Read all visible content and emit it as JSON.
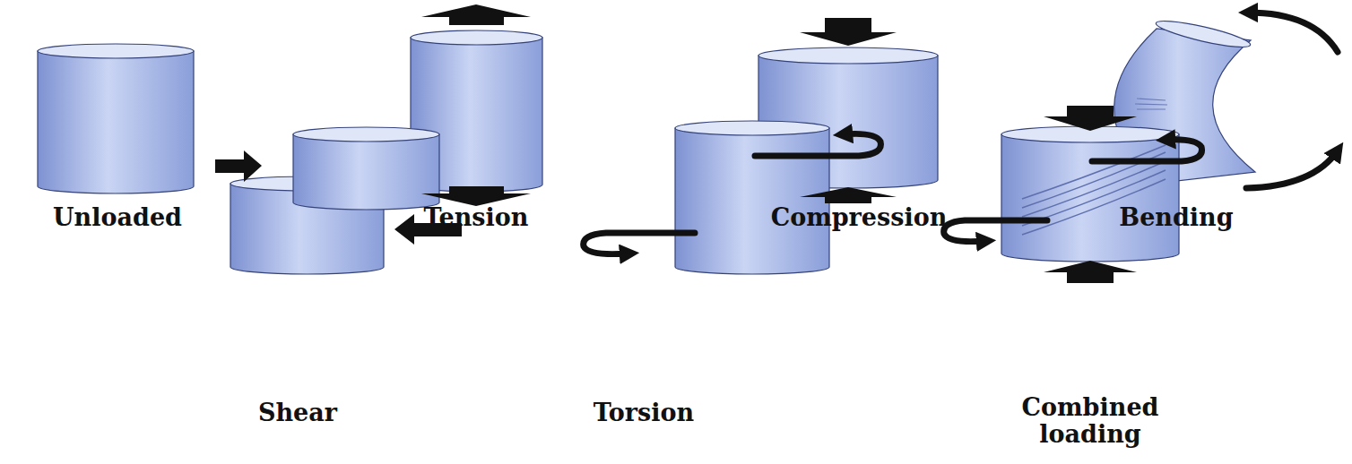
{
  "diagram": {
    "labels": [
      "Unloaded",
      "Tension",
      "Compression",
      "Bending",
      "Shear",
      "Torsion",
      "Combined loading"
    ]
  }
}
